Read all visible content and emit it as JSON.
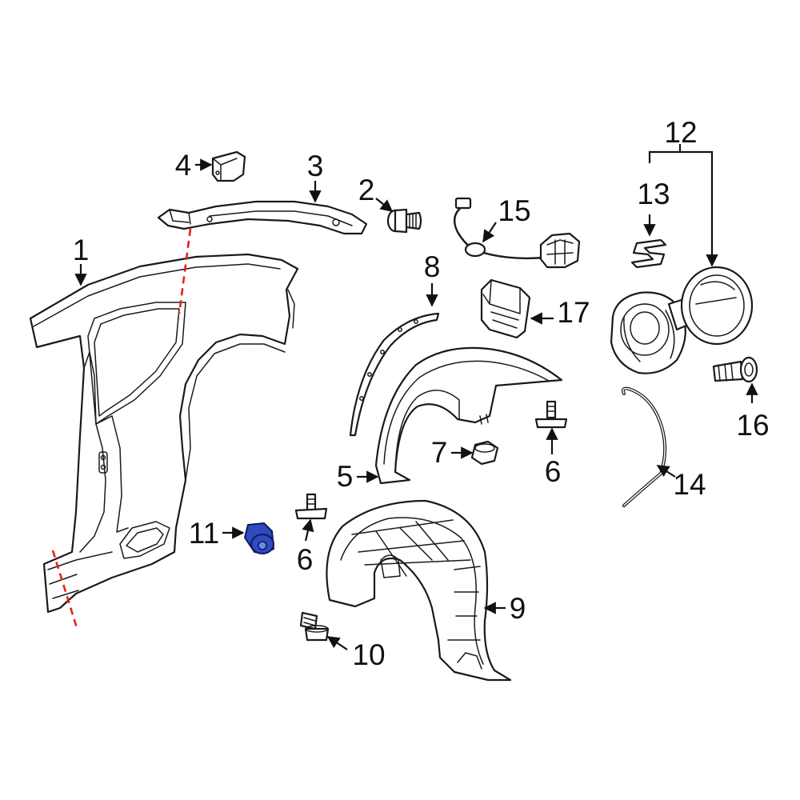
{
  "diagram": {
    "highlight_color": "#2e4bbf",
    "cut_line_color": "#e2231a",
    "callouts": {
      "c1": "1",
      "c2": "2",
      "c3": "3",
      "c4": "4",
      "c5": "5",
      "c6a": "6",
      "c6b": "6",
      "c7": "7",
      "c8": "8",
      "c9": "9",
      "c10": "10",
      "c11": "11",
      "c12": "12",
      "c13": "13",
      "c14": "14",
      "c15": "15",
      "c16": "16",
      "c17": "17"
    }
  }
}
